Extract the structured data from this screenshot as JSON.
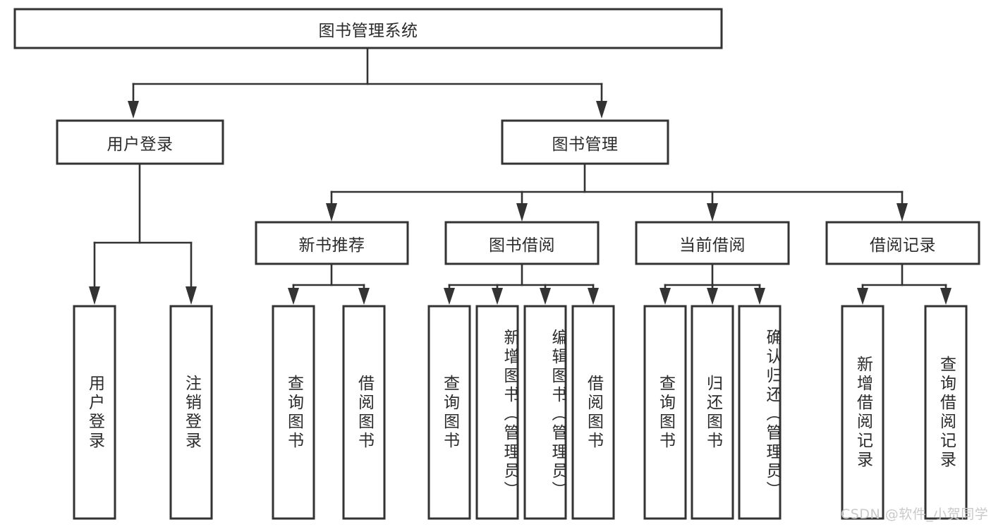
{
  "diagram": {
    "type": "hierarchy-tree",
    "title_node": {
      "label": "图书管理系统"
    },
    "level2": [
      {
        "label": "用户登录"
      },
      {
        "label": "图书管理"
      }
    ],
    "level3": [
      {
        "label": "新书推荐"
      },
      {
        "label": "图书借阅"
      },
      {
        "label": "当前借阅"
      },
      {
        "label": "借阅记录"
      }
    ],
    "leaves": {
      "user_login": [
        {
          "label": "用户登录"
        },
        {
          "label": "注销登录"
        }
      ],
      "new_book_recommend": [
        {
          "label": "查询图书"
        },
        {
          "label": "借阅图书"
        }
      ],
      "book_borrow": [
        {
          "label": "查询图书"
        },
        {
          "label": "新增图书（管理员）"
        },
        {
          "label": "编辑图书（管理员）"
        },
        {
          "label": "借阅图书"
        }
      ],
      "current_borrow": [
        {
          "label": "查询图书"
        },
        {
          "label": "归还图书"
        },
        {
          "label": "确认归还（管理员）"
        }
      ],
      "borrow_record": [
        {
          "label": "新增借阅记录"
        },
        {
          "label": "查询借阅记录"
        }
      ]
    }
  },
  "watermark": {
    "text": "CSDN @软件_小贺同学"
  },
  "colors": {
    "box_stroke": "#333333",
    "box_fill": "#ffffff",
    "text": "#2b2b2b",
    "watermark": "#c9c9c9",
    "background": "#ffffff"
  }
}
